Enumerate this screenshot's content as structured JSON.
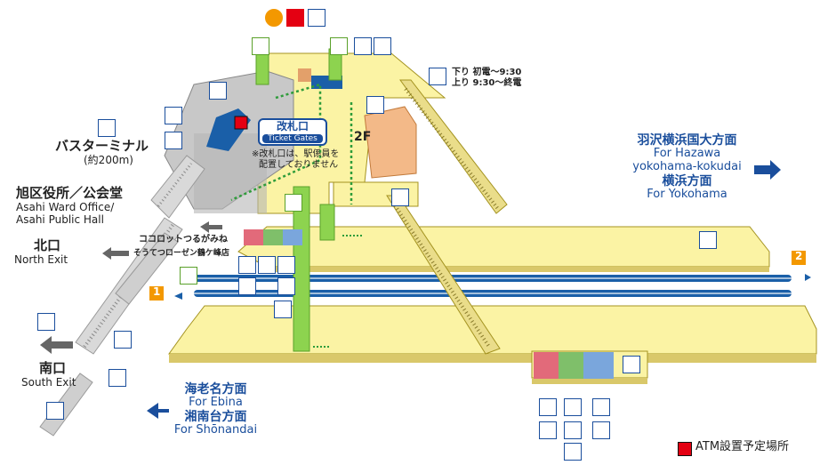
{
  "floor_label": "2F",
  "ticket_gate": {
    "jp": "改札口",
    "en": "Ticket Gates"
  },
  "ticket_note": {
    "line1": "※改札口は、駅係員を",
    "line2": "配置しておりません"
  },
  "escalator_hours": {
    "down": "下り 初電〜9:30",
    "up": "上り 9:30〜終電"
  },
  "bus_terminal": {
    "jp": "バスターミナル",
    "sub": "(約200m)"
  },
  "ward_office": {
    "jp": "旭区役所／公会堂",
    "en1": "Asahi Ward Office/",
    "en2": "Asahi Public Hall"
  },
  "north_exit": {
    "jp": "北口",
    "en": "North Exit"
  },
  "south_exit": {
    "jp": "南口",
    "en": "South Exit"
  },
  "shops": {
    "line1": "ココロットつるがみね",
    "line2": "そうてつローゼン鶴ケ峰店"
  },
  "direction_up": {
    "jp1": "羽沢横浜国大方面",
    "en1": "For Hazawa",
    "en2": "yokohama-kokudai",
    "jp2": "横浜方面",
    "en3": "For Yokohama"
  },
  "direction_down": {
    "jp1": "海老名方面",
    "en1": "For Ebina",
    "jp2": "湘南台方面",
    "en2": "For Shōnandai"
  },
  "platform_numbers": [
    "1",
    "2"
  ],
  "legend": "ATM設置予定場所",
  "icons": [
    "aed-icon",
    "escalator-icon",
    "elevator-icon",
    "toilet-icon",
    "wheelchair-icon",
    "baby-icon",
    "bus-icon",
    "taxi-icon",
    "telephone-icon",
    "station-staff-icon",
    "ticket-machine-icon",
    "waiting-room-icon"
  ],
  "colors": {
    "platform": "#fbf3a4",
    "track": "#1a5fa8",
    "accent_blue": "#1a4e9c",
    "atm": "#e40012",
    "elevator": "#8dd34f",
    "escalator": "#eadd8a",
    "platform_number": "#f39800"
  }
}
